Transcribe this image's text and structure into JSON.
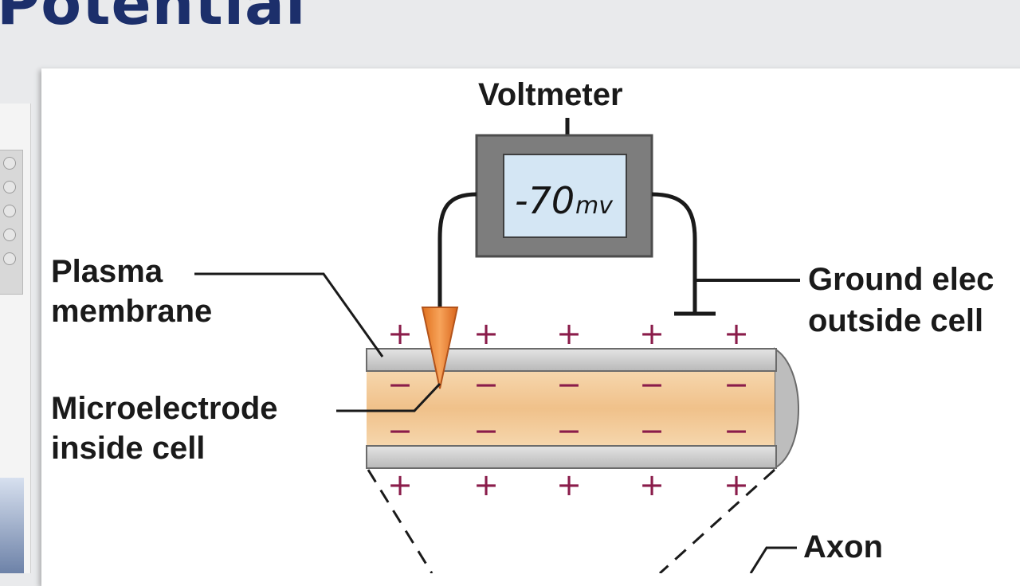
{
  "slide": {
    "title": "Potential"
  },
  "diagram": {
    "voltmeter_label": "Voltmeter",
    "reading_value": "-70",
    "reading_unit": "mv",
    "plasma_membrane_label": [
      "Plasma",
      "membrane"
    ],
    "microelectrode_label": [
      "Microelectrode",
      "inside cell"
    ],
    "ground_electrode_label": [
      "Ground elec",
      "outside cell"
    ],
    "axon_label": "Axon",
    "outside_charge": "+",
    "inside_charge": "−"
  },
  "colors": {
    "title": "#1c2f6b",
    "axon_fill": "#f2c58d",
    "membrane": "#cfcfcf",
    "electrode": "#ee8a2e",
    "charge_signs": "#8a1c4a",
    "voltmeter_body": "#7d7d7d",
    "lcd_screen": "#d4e6f4"
  }
}
